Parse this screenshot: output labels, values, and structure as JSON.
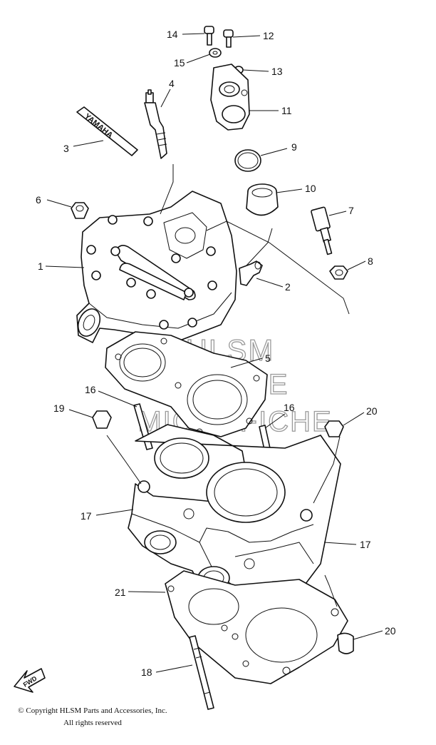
{
  "watermark": {
    "line1": "HLSM",
    "line2": "ONLINE",
    "line3": "MICROFICHE"
  },
  "fwd_label": "FWD",
  "brand_decal": "YAMAHA",
  "callouts": [
    "1",
    "2",
    "3",
    "4",
    "5",
    "6",
    "7",
    "8",
    "9",
    "10",
    "11",
    "12",
    "13",
    "14",
    "15",
    "16",
    "16",
    "17",
    "17",
    "18",
    "19",
    "20",
    "20",
    "21"
  ],
  "copyright": {
    "line1": "© Copyright HLSM Parts and Accessories, Inc.",
    "line2": "All rights reserved"
  }
}
